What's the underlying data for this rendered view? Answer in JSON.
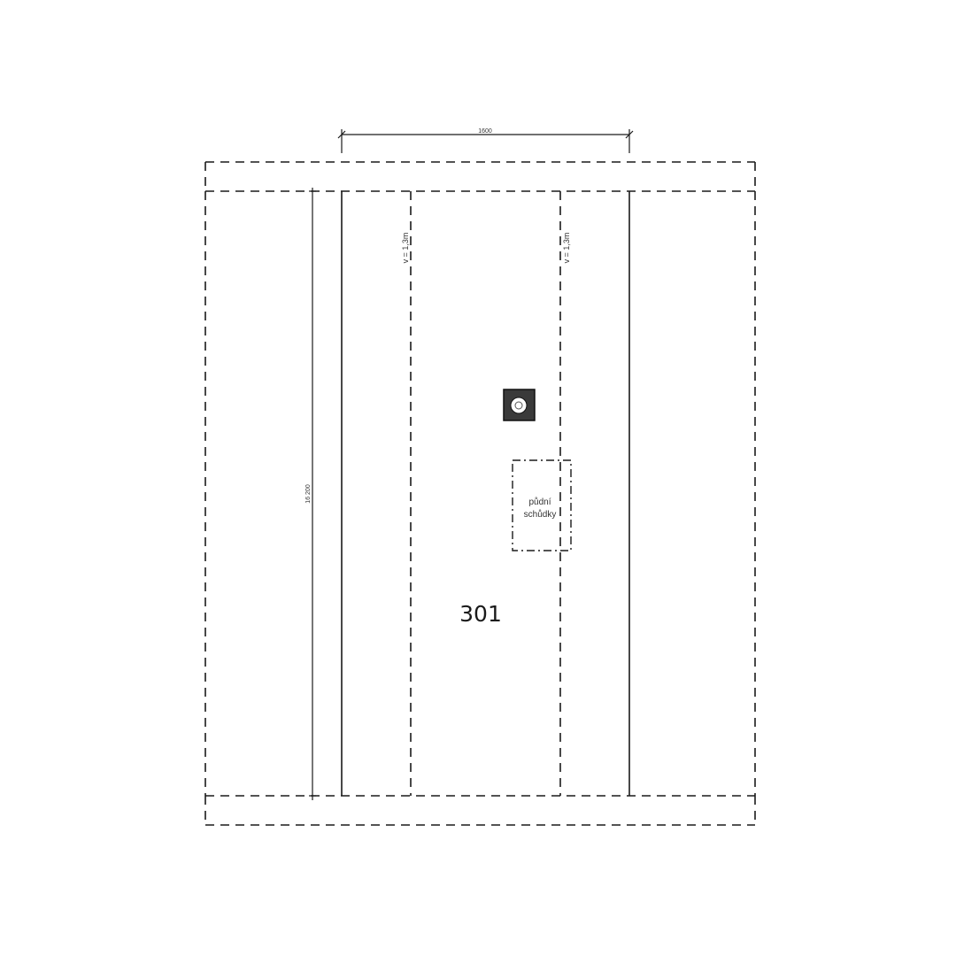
{
  "plan": {
    "width_dimension": "1600",
    "length_dimension": "16 200",
    "height_label_left": "v = 1,3m",
    "height_label_right": "v = 1,3m",
    "attic_hatch_label_line1": "půdní",
    "attic_hatch_label_line2": "schůdky",
    "room_number": "301",
    "chimney_icon": "chimney-icon"
  }
}
